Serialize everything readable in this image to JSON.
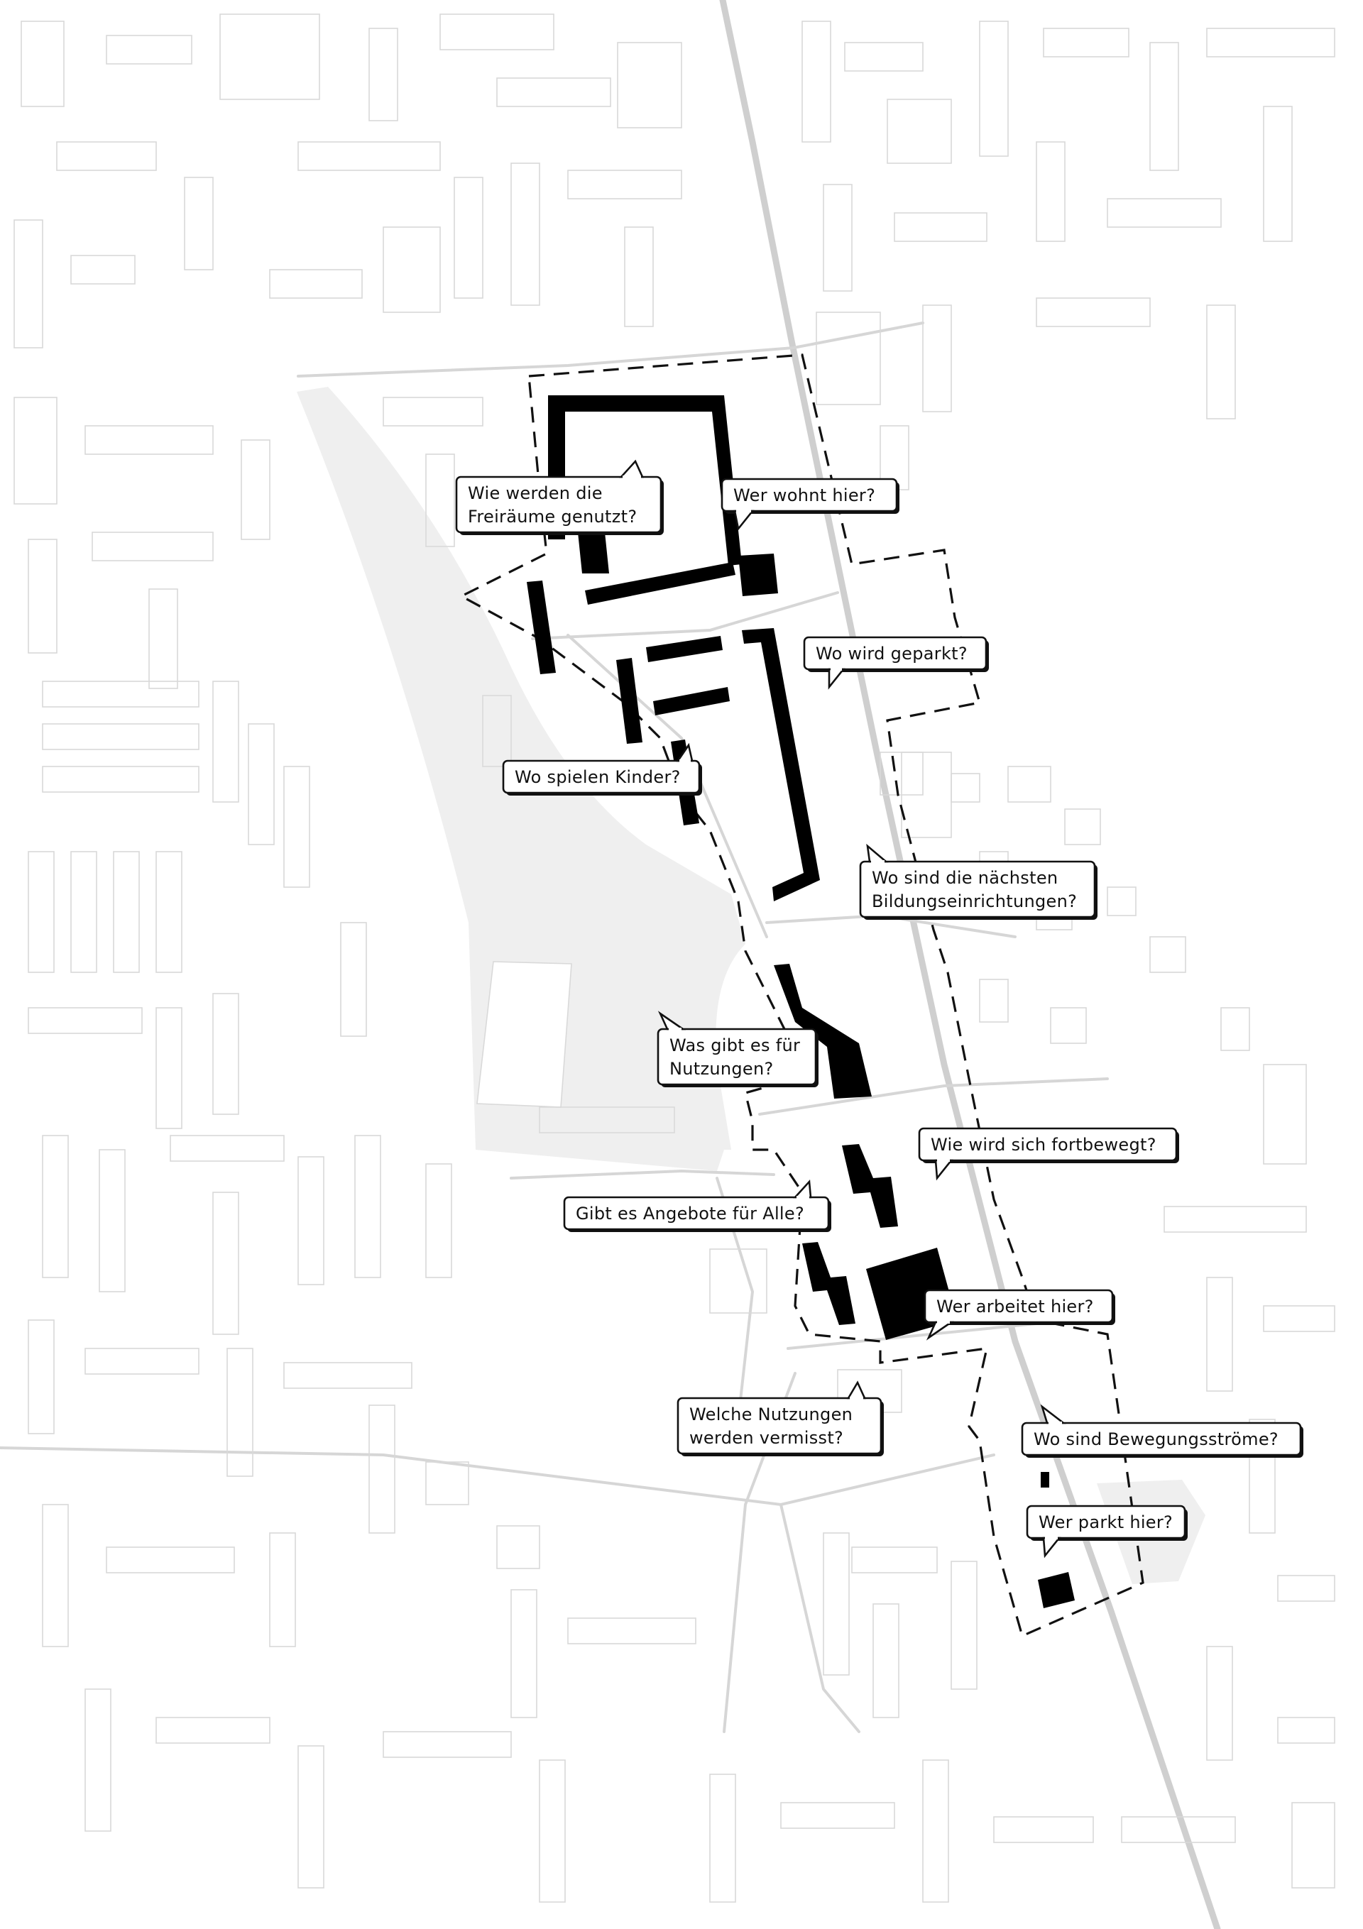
{
  "map": {
    "background_color": "#ffffff",
    "context_building_color": "#d9d9d9",
    "street_color": "#d6d6d6",
    "open_area_color": "#efefef",
    "study_building_color": "#000000",
    "boundary_style": "dashed",
    "boundary_color": "#111111"
  },
  "questions": [
    {
      "id": "freiraeume",
      "lines": [
        "Wie werden die",
        "Freiräume genutzt?"
      ]
    },
    {
      "id": "wohnt",
      "lines": [
        "Wer wohnt hier?"
      ]
    },
    {
      "id": "geparkt",
      "lines": [
        "Wo wird geparkt?"
      ]
    },
    {
      "id": "kinder",
      "lines": [
        "Wo spielen Kinder?"
      ]
    },
    {
      "id": "bildung",
      "lines": [
        "Wo sind die nächsten",
        "Bildungseinrichtungen?"
      ]
    },
    {
      "id": "nutzungen",
      "lines": [
        "Was gibt es für",
        "Nutzungen?"
      ]
    },
    {
      "id": "fortbewegt",
      "lines": [
        "Wie wird sich fortbewegt?"
      ]
    },
    {
      "id": "angebote",
      "lines": [
        "Gibt es Angebote für Alle?"
      ]
    },
    {
      "id": "arbeitet",
      "lines": [
        "Wer arbeitet hier?"
      ]
    },
    {
      "id": "vermisst",
      "lines": [
        "Welche Nutzungen",
        "werden vermisst?"
      ]
    },
    {
      "id": "bewegung",
      "lines": [
        "Wo sind Bewegungsströme?"
      ]
    },
    {
      "id": "parkt",
      "lines": [
        "Wer parkt hier?"
      ]
    }
  ]
}
